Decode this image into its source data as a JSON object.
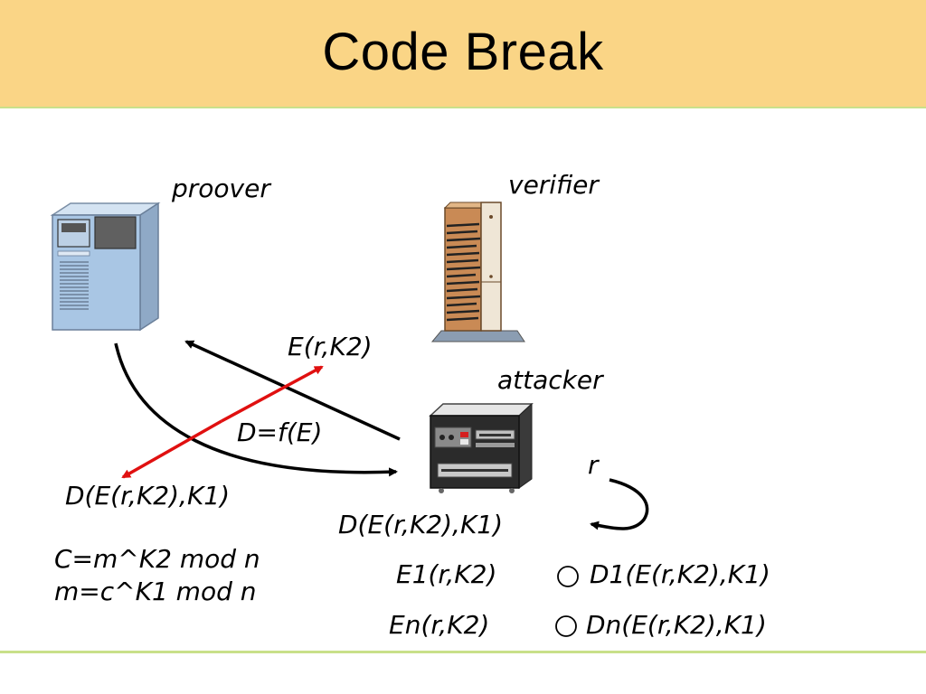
{
  "slide": {
    "title": "Code Break"
  },
  "diagram": {
    "nodes": {
      "proover": "proover",
      "verifier": "verifier",
      "attacker": "attacker"
    },
    "labels": {
      "e_r_k2": "E(r,K2)",
      "d_f_e": "D=f(E)",
      "d_e_left": "D(E(r,K2),K1)",
      "r": "r",
      "d_e_right": "D(E(r,K2),K1)"
    },
    "formulas": {
      "line1": "C=m^K2 mod n",
      "line2": "m=c^K1 mod n"
    },
    "rounds": [
      {
        "enc": "E1(r,K2)",
        "dec": "D1(E(r,K2),K1)"
      },
      {
        "enc": "En(r,K2)",
        "dec": "Dn(E(r,K2),K1)"
      }
    ]
  },
  "colors": {
    "title_bg": "#fad586",
    "accent_line": "#c9e08a",
    "red_arrow": "#e01010",
    "proover_body": "#a9c6e4",
    "verifier_body": "#c98a55"
  },
  "icons": [
    "proover-computer-icon",
    "verifier-server-icon",
    "attacker-machine-icon"
  ]
}
